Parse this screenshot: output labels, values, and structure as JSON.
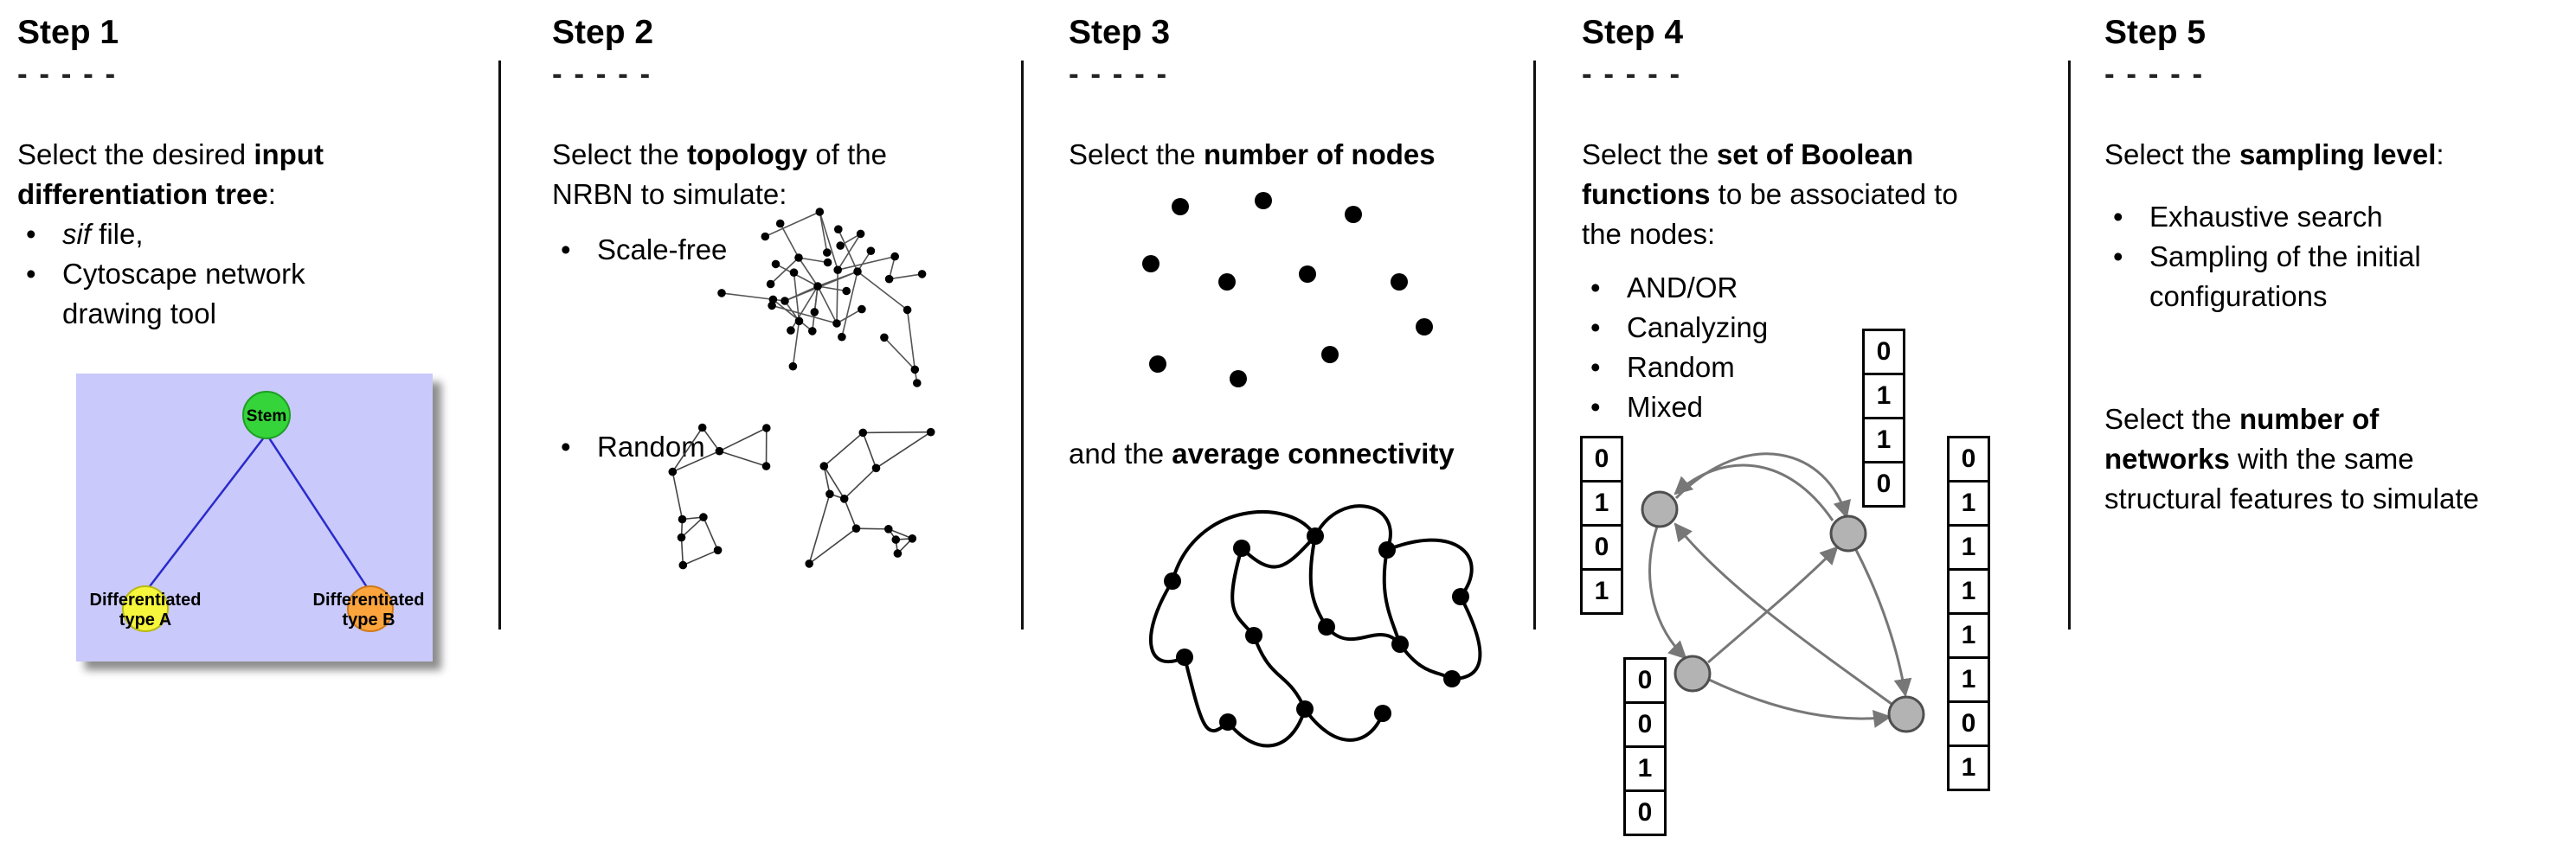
{
  "page": {
    "background": "#ffffff",
    "text_color": "#000000",
    "divider_color": "#111111"
  },
  "steps": [
    {
      "title": "Step 1",
      "dashes": "- - - - -",
      "intro": {
        "pre": "Select the desired ",
        "bold": "input differentiation tree",
        "post": ":"
      },
      "bullets": [
        {
          "italic": "sif",
          "rest": " file,"
        },
        {
          "text": "Cytoscape network drawing tool"
        }
      ],
      "tree": {
        "background": "#c9c9fb",
        "edge_color": "#2a2acc",
        "stem": {
          "label": "Stem",
          "color": "#35d43a"
        },
        "type_a": {
          "line1": "Differentiated",
          "line2": "type A",
          "color": "#f6f63c"
        },
        "type_b": {
          "line1": "Differentiated",
          "line2": "type B",
          "color": "#fca53d"
        }
      }
    },
    {
      "title": "Step 2",
      "dashes": "- - - - -",
      "intro": {
        "pre": "Select the ",
        "bold": "topology",
        "post": " of the NRBN to simulate:"
      },
      "bullets": [
        {
          "text": "Scale-free"
        },
        {
          "text": "Random"
        }
      ]
    },
    {
      "title": "Step 3",
      "dashes": "- - - - -",
      "line1": {
        "pre": "Select the ",
        "bold": "number of nodes",
        "post": ""
      },
      "line2": {
        "pre": "and the ",
        "bold": "average connectivity",
        "post": ""
      }
    },
    {
      "title": "Step 4",
      "dashes": "- - - - -",
      "intro": {
        "pre": "Select the ",
        "bold": "set of Boolean functions",
        "post": " to be associated to the nodes:"
      },
      "bullets": [
        {
          "text": "AND/OR"
        },
        {
          "text": "Canalyzing"
        },
        {
          "text": "Random"
        },
        {
          "text": "Mixed"
        }
      ],
      "tables": {
        "top": [
          "0",
          "1",
          "1",
          "0"
        ],
        "left": [
          "0",
          "1",
          "0",
          "1"
        ],
        "bottom": [
          "0",
          "0",
          "1",
          "0"
        ],
        "right": [
          "0",
          "1",
          "1",
          "1",
          "1",
          "1",
          "0",
          "1"
        ]
      }
    },
    {
      "title": "Step 5",
      "dashes": "- - - - -",
      "intro": {
        "pre": "Select the ",
        "bold": "sampling level",
        "post": ":"
      },
      "bullets": [
        {
          "text": "Exhaustive search"
        },
        {
          "text": "Sampling of the initial configurations"
        }
      ],
      "second": {
        "pre": "Select the ",
        "bold": "number of networks",
        "post": " with the same structural features to simulate"
      }
    }
  ]
}
